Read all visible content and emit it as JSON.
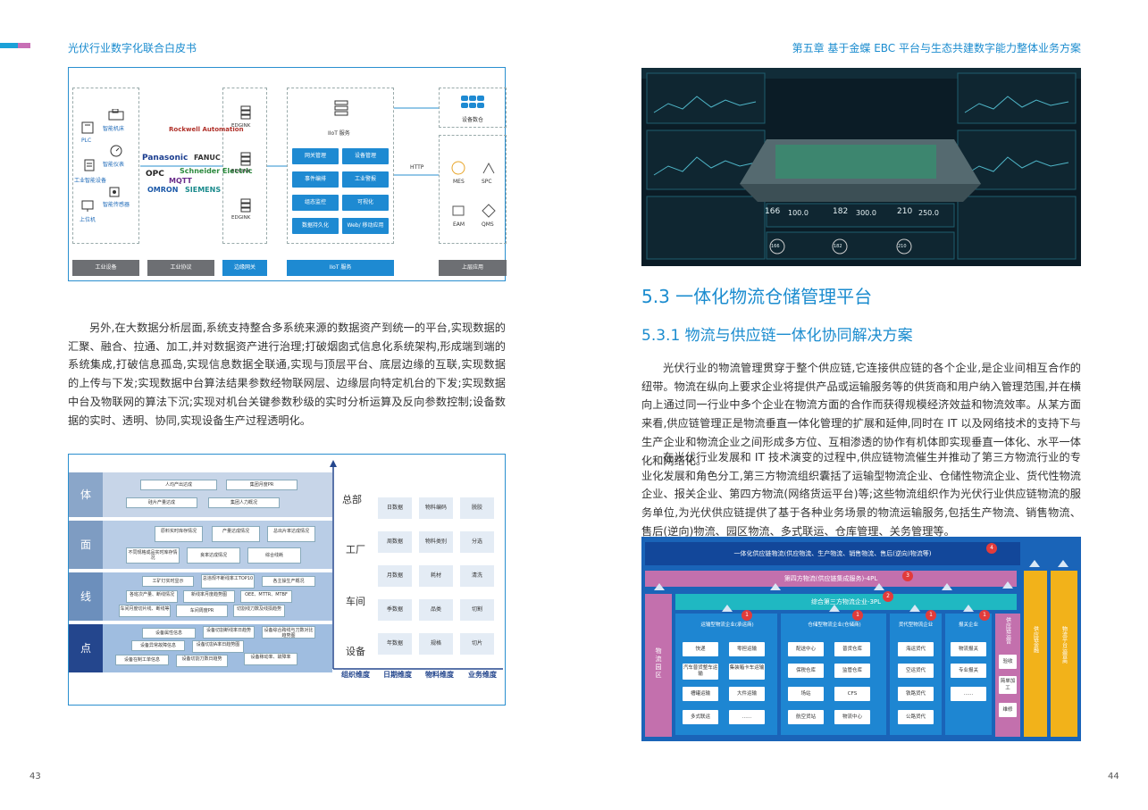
{
  "header": {
    "left_title": "光伏行业数字化联合白皮书",
    "right_title": "第五章  基于金蝶 EBC 平台与生态共建数字能力整体业务方案"
  },
  "pages": {
    "left": "43",
    "right": "44"
  },
  "fig1": {
    "devices": [
      "智能机床",
      "PLC",
      "智能仪表",
      "工业智能设备",
      "智能传感器",
      "上位机"
    ],
    "brands": [
      "Rockwell Automation",
      "FANUC",
      "Panasonic",
      "Schneider Electric",
      "OPC",
      "MQTT",
      "OMRON",
      "SIEMENS"
    ],
    "edge": [
      "EDGINK",
      "EDGINK",
      "EDGINK"
    ],
    "iiot_title": "IIoT 服务",
    "iiot_items": [
      "网关管理",
      "设备管理",
      "事件编排",
      "工业警报",
      "组态监控",
      "可视化",
      "数据持久化",
      "Web/ 移动应用"
    ],
    "http": "HTTP",
    "warehouse": "设备数仓",
    "apps": [
      "MES",
      "SPC",
      "EAM",
      "QMS"
    ],
    "captions": [
      "工业设备",
      "工业协议",
      "边缘网关",
      "IIoT 服务",
      "上层应用"
    ]
  },
  "left_para": "另外,在大数据分析层面,系统支持整合多系统来源的数据资产到统一的平台,实现数据的汇聚、融合、拉通、加工,并对数据资产进行治理;打破烟囱式信息化系统架构,形成端到端的系统集成,打破信息孤岛,实现信息数据全联通,实现与顶层平台、底层边缘的互联,实现数据的上传与下发;实现数据中台算法结果参数经物联网层、边缘层向特定机台的下发;实现数据中台及物联网的算法下沉;实现对机台关键参数秒级的实时分析运算及反向参数控制;设备数据的实时、透明、协同,实现设备生产过程透明化。",
  "fig2": {
    "levels": [
      "体",
      "面",
      "线",
      "点"
    ],
    "ti_items": [
      "人均产出达成",
      "集团月度PR",
      "硅片产量达成",
      "集团人力概况"
    ],
    "mian_items": [
      "原料实时库存情况",
      "产量达成情况",
      "总出片率达成情况",
      "不同规格成品实时库存情况",
      "良率达成情况",
      "综合线耗"
    ],
    "xian_items": [
      "工矿灯实时显示",
      "总违规不断线率工TOP10",
      "各主操生产概况",
      "各班次产量、断线情况",
      "新线率月度趋势图",
      "OEE、MTTR、MTBF",
      "车间月度切片线、断线等",
      "车间周度PR",
      "切割线刀数及线损趋势"
    ],
    "dian_items": [
      "设备属性信息",
      "设备切割断线率日趋势",
      "设备综合跨线与刀数对比趋势图",
      "设备异常故障信息",
      "设备切割A率日趋势图",
      "设备在制工单信息",
      "设备切割刀数日趋势",
      "设备稼动率、故障率"
    ],
    "rows": [
      "总部",
      "工厂",
      "车间",
      "设备"
    ],
    "grid": [
      [
        "日数据",
        "物料编码",
        "脱胶"
      ],
      [
        "周数据",
        "物料类别",
        "分选"
      ],
      [
        "月数据",
        "耗材",
        "清洗"
      ],
      [
        "季数据",
        "品类",
        "切割"
      ],
      [
        "年数据",
        "规格",
        "切片"
      ]
    ],
    "dims": [
      "组织维度",
      "日期维度",
      "物料维度",
      "业务维度"
    ]
  },
  "dashboard": {
    "metrics": [
      {
        "label": "166",
        "value": "100.0"
      },
      {
        "label": "182",
        "value": "300.0"
      },
      {
        "label": "210",
        "value": "250.0"
      }
    ],
    "rings": [
      "166",
      "182",
      "210"
    ]
  },
  "section": {
    "h2": "5.3 一体化物流仓储管理平台",
    "h3": "5.3.1 物流与供应链一体化协同解决方案",
    "p1": "光伏行业的物流管理贯穿于整个供应链,它连接供应链的各个企业,是企业间相互合作的纽带。物流在纵向上要求企业将提供产品或运输服务等的供货商和用户纳入管理范围,并在横向上通过同一行业中多个企业在物流方面的合作而获得规模经济效益和物流效率。从某方面来看,供应链管理正是物流垂直一体化管理的扩展和延伸,同时在 IT 以及网络技术的支持下与生产企业和物流企业之间形成多方位、互相渗透的协作有机体即实现垂直一体化、水平一体化和网络化。",
    "p2": "在光伏行业发展和 IT 技术演变的过程中,供应链物流催生并推动了第三方物流行业的专业化发展和角色分工,第三方物流组织囊括了运输型物流企业、仓储性物流企业、货代性物流企业、报关企业、第四方物流(网络货运平台)等;这些物流组织作为光伏行业供应链物流的服务单位,为光伏供应链提供了基于各种业务场景的物流运输服务,包括生产物流、销售物流、售后(逆向)物流、园区物流、多式联运、仓库管理、关务管理等。"
  },
  "fig3": {
    "top": "一体化供应链物流(供应物流、生产物流、销售物流、售后(逆向)物流等)",
    "fourpl": "第四方物流(供应链集成服务)-4PL",
    "threepl": "综合第三方物流企业-3PL",
    "park": "物流园区",
    "supply_ops": "供应链运营",
    "supply_fin": "供应链金融",
    "platform": "物流平台运营商",
    "badges": [
      "1",
      "1",
      "1",
      "1",
      "1",
      "2",
      "3",
      "4"
    ],
    "cols": [
      {
        "title": "运输型物流企业",
        "sub": "(承运商)",
        "items": [
          "快递",
          "零担运输",
          "汽车普货整车运输",
          "集装箱卡车运输",
          "槽罐运输",
          "大件运输",
          "多式联运",
          "......"
        ]
      },
      {
        "title": "仓储型物流企业",
        "sub": "(仓储商)",
        "items": [
          "配送中心",
          "普货仓库",
          "保税仓库",
          "监管仓库",
          "场站",
          "CFS",
          "航空货站",
          "物流中心"
        ]
      },
      {
        "title": "货代型物流企业",
        "sub": "",
        "items": [
          "海运货代",
          "空运货代",
          "铁路货代",
          "公路货代"
        ]
      },
      {
        "title": "报关企业",
        "sub": "",
        "items": [
          "物流报关",
          "专业报关",
          "......"
        ]
      }
    ],
    "ops_items": [
      "验收",
      "简单加工",
      "维修"
    ]
  }
}
